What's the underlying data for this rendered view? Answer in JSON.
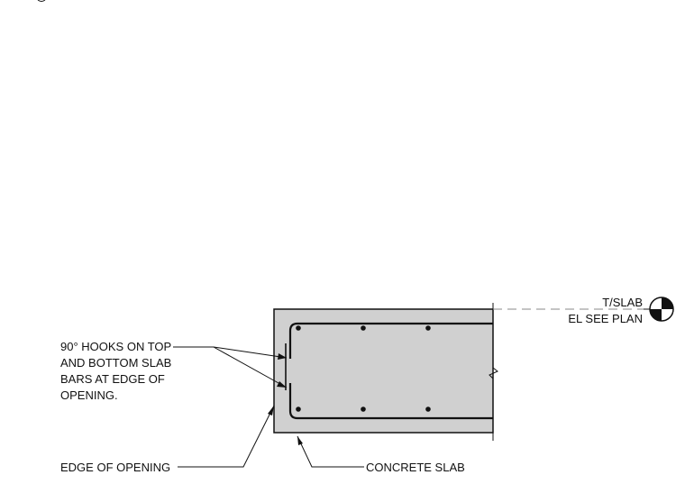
{
  "labels": {
    "hooks_line1": "90° HOOKS ON TOP",
    "hooks_line2": "AND BOTTOM SLAB",
    "hooks_line3": "BARS AT EDGE OF",
    "hooks_line4": "OPENING.",
    "edge_of_opening": "EDGE OF OPENING",
    "concrete_slab": "CONCRETE SLAB",
    "tslab": "T/SLAB",
    "el_see_plan": "EL SEE PLAN"
  },
  "colors": {
    "concrete_fill": "#d0d0d0",
    "line": "#111111",
    "dashed_line": "#888888"
  },
  "rebar": {
    "top_bars": 3,
    "bottom_bars": 3
  }
}
